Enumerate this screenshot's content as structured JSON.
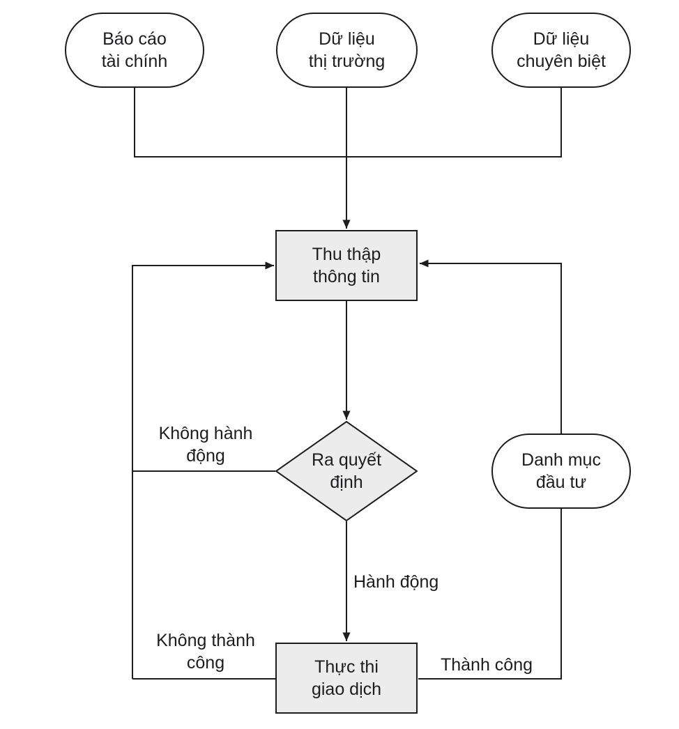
{
  "diagram": {
    "nodes": {
      "financial_reports": {
        "label": "Báo cáo\ntài chính",
        "shape": "stadium",
        "fill": "#ffffff"
      },
      "market_data": {
        "label": "Dữ liệu\nthị trường",
        "shape": "stadium",
        "fill": "#ffffff"
      },
      "specialized_data": {
        "label": "Dữ liệu\nchuyên biệt",
        "shape": "stadium",
        "fill": "#ffffff"
      },
      "collect_info": {
        "label": "Thu thập\nthông tin",
        "shape": "rectangle",
        "fill": "#ececec"
      },
      "decision": {
        "label": "Ra quyết\nđịnh",
        "shape": "diamond",
        "fill": "#ececec"
      },
      "portfolio": {
        "label": "Danh mục\nđầu tư",
        "shape": "stadium",
        "fill": "#ffffff"
      },
      "execute_trade": {
        "label": "Thực thi\ngiao dịch",
        "shape": "rectangle",
        "fill": "#ececec"
      }
    },
    "edge_labels": {
      "no_action": "Không hành\nđộng",
      "action": "Hành động",
      "unsuccessful": "Không thành\ncông",
      "success": "Thành công"
    },
    "edges": [
      {
        "from": "financial_reports",
        "to": "collect_info",
        "label": ""
      },
      {
        "from": "market_data",
        "to": "collect_info",
        "label": ""
      },
      {
        "from": "specialized_data",
        "to": "collect_info",
        "label": ""
      },
      {
        "from": "collect_info",
        "to": "decision",
        "label": ""
      },
      {
        "from": "decision",
        "to": "collect_info",
        "label": "Không hành động"
      },
      {
        "from": "decision",
        "to": "execute_trade",
        "label": "Hành động"
      },
      {
        "from": "execute_trade",
        "to": "collect_info",
        "label": "Không thành công"
      },
      {
        "from": "execute_trade",
        "to": "portfolio",
        "label": "Thành công"
      },
      {
        "from": "portfolio",
        "to": "collect_info",
        "label": ""
      }
    ],
    "colors": {
      "stroke": "#1d1d1f",
      "process_fill": "#ececec",
      "stadium_fill": "#ffffff",
      "background": "#ffffff",
      "text": "#1d1d1f"
    }
  }
}
